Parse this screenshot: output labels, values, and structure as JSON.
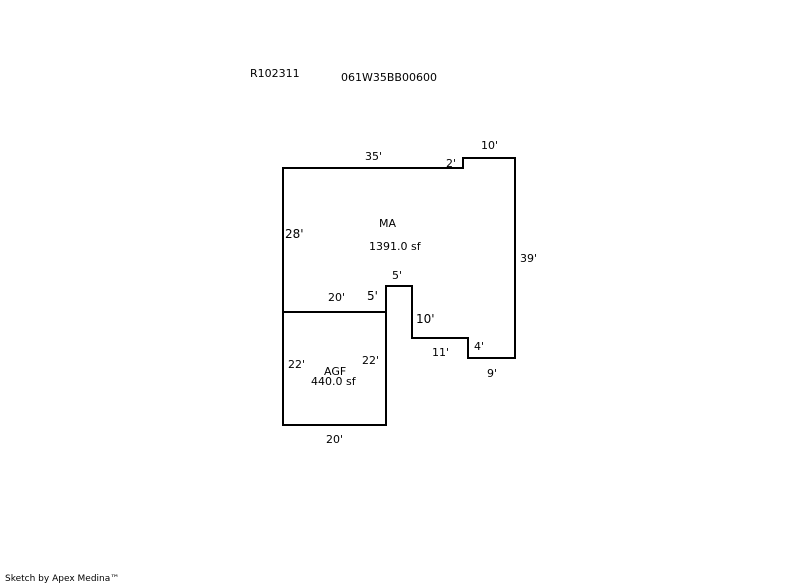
{
  "header": {
    "account_id": "R102311",
    "parcel_id": "061W35BB00600"
  },
  "areas": [
    {
      "code": "MA",
      "size": "1391.0 sf"
    },
    {
      "code": "AGF",
      "size": "440.0 sf"
    }
  ],
  "dimensions": {
    "ma_top": "35'",
    "ma_step_up": "2'",
    "ma_top_right": "10'",
    "ma_left": "28'",
    "ma_right": "39'",
    "ma_notch_top": "5'",
    "ma_notch_left": "5'",
    "ma_notch_right": "10'",
    "ma_bottom_mid": "11'",
    "ma_step_bottom": "4'",
    "ma_bottom_right": "9'",
    "agf_top": "20'",
    "agf_left": "22'",
    "agf_right": "22'",
    "agf_bottom": "20'"
  },
  "footer": {
    "credit": "Sketch by Apex Medina™"
  }
}
